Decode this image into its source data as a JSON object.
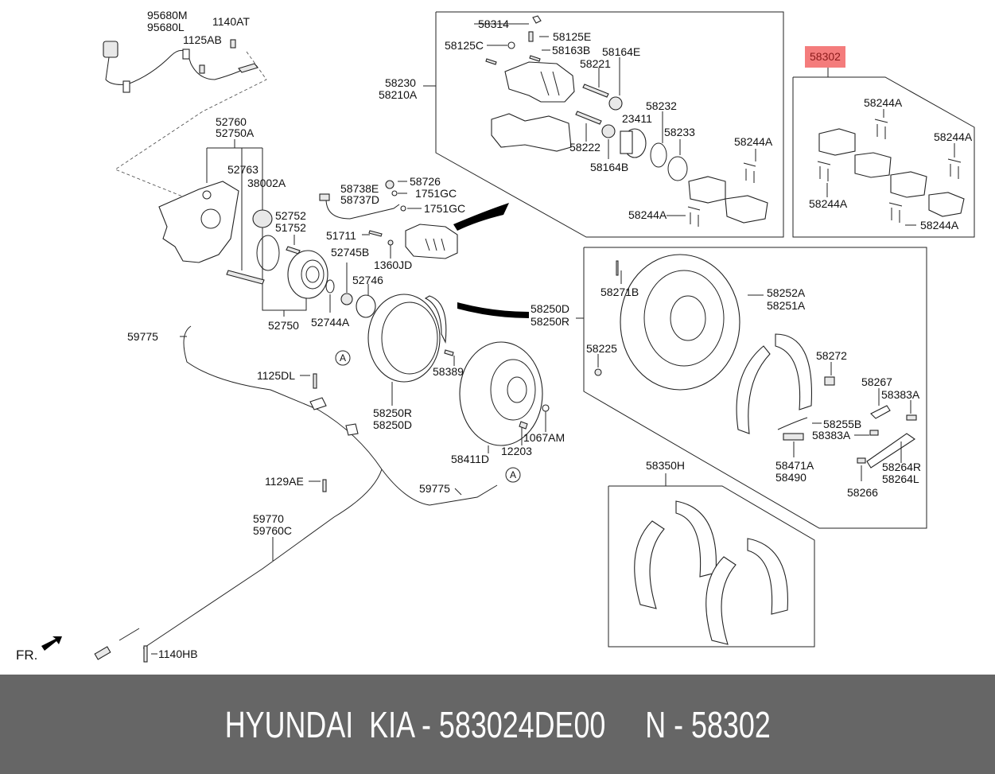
{
  "diagram": {
    "title": "Rear brake and parking brake exploded view",
    "highlight_color": "#f47c7c",
    "labels": {
      "p95680": [
        "95680M",
        "95680L"
      ],
      "p1140AT": "1140AT",
      "p1125AB": "1125AB",
      "p52760": [
        "52760",
        "52750A"
      ],
      "p52763": "52763",
      "p38002A": "38002A",
      "p52752": [
        "52752",
        "51752"
      ],
      "p52750": "52750",
      "p52744A": "52744A",
      "p52745B": "52745B",
      "p52746": "52746",
      "p58738E": [
        "58738E",
        "58737D"
      ],
      "p58726": "58726",
      "p1751GC_a": "1751GC",
      "p1751GC_b": "1751GC",
      "p51711": "51711",
      "p1360JD": "1360JD",
      "p58230": [
        "58230",
        "58210A"
      ],
      "p58314": "58314",
      "p58125E": "58125E",
      "p58125C": "58125C",
      "p58163B": "58163B",
      "p58164E": "58164E",
      "p58221": "58221",
      "p58232": "58232",
      "p23411": "23411",
      "p58233": "58233",
      "p58222": "58222",
      "p58164B": "58164B",
      "p58244A_1": "58244A",
      "p58244A_2": "58244A",
      "p58302": "58302",
      "p58244A_3": "58244A",
      "p58244A_4": "58244A",
      "p58244A_5": "58244A",
      "p58244A_6": "58244A",
      "p58250D_box": [
        "58250D",
        "58250R"
      ],
      "p58271B": "58271B",
      "p58252A": [
        "58252A",
        "58251A"
      ],
      "p58225": "58225",
      "p58272": "58272",
      "p58267": "58267",
      "p58383A_a": "58383A",
      "p58255B": "58255B",
      "p58383A_b": "58383A",
      "p58471A": [
        "58471A",
        "58490"
      ],
      "p58264R": [
        "58264R",
        "58264L"
      ],
      "p58266": "58266",
      "p58350H": "58350H",
      "p59775_a": "59775",
      "p1125DL": "1125DL",
      "p58389": "58389",
      "p58250R_plate": [
        "58250R",
        "58250D"
      ],
      "p58411D": "58411D",
      "p1067AM": "1067AM",
      "p12203": "12203",
      "p1129AE": "1129AE",
      "p59775_b": "59775",
      "p59770": [
        "59770",
        "59760C"
      ],
      "p1140HB": "1140HB",
      "ref_a1": "A",
      "ref_a2": "A",
      "front_marker": "FR."
    }
  },
  "banner": {
    "text": "HYUNDAI  KIA - 583024DE00     N - 58302"
  }
}
